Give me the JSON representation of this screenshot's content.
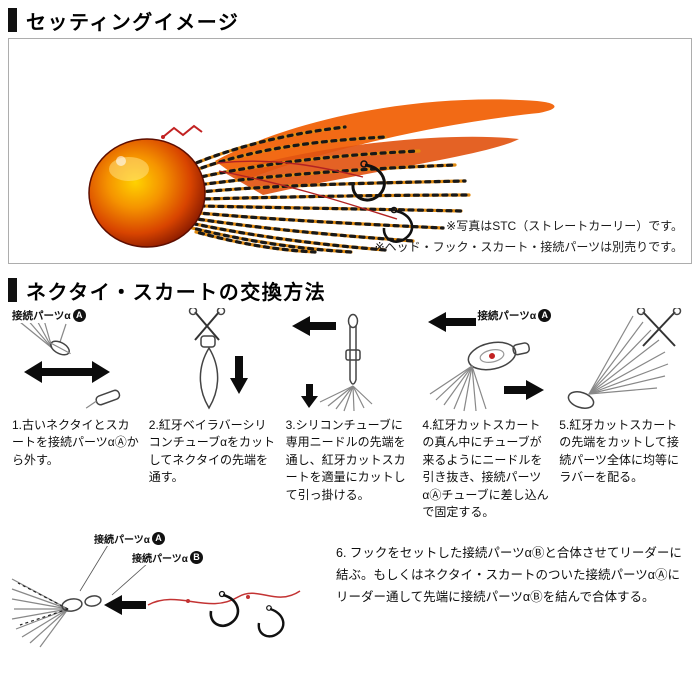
{
  "section1": {
    "title": "セッティングイメージ",
    "captions": [
      "※写真はSTC（ストレートカーリー）です。",
      "※ヘッド・フック・スカート・接続パーツは別売りです。"
    ]
  },
  "section2": {
    "title": "ネクタイ・スカートの交換方法",
    "steps": [
      {
        "label": "接続パーツα",
        "badge": "A",
        "text": "1.古いネクタイとスカートを接続パーツαⒶから外す。"
      },
      {
        "text": "2.紅牙ベイラバーシリコンチューブαをカットしてネクタイの先端を通す。"
      },
      {
        "text": "3.シリコンチューブに専用ニードルの先端を通し、紅牙カットスカートを適量にカットして引っ掛ける。"
      },
      {
        "label": "接続パーツα",
        "badge": "A",
        "text": "4.紅牙カットスカートの真ん中にチューブが来るようにニードルを引き抜き、接続パーツαⒶチューブに差し込んで固定する。"
      },
      {
        "text": "5.紅牙カットスカートの先端をカットして接続パーツ全体に均等にラバーを配る。"
      }
    ],
    "step6": {
      "labels": [
        {
          "text": "接続パーツα",
          "badge": "A"
        },
        {
          "text": "接続パーツα",
          "badge": "B"
        }
      ],
      "text": "6. フックをセットした接続パーツαⒷと合体させてリーダーに結ぶ。もしくはネクタイ・スカートのついた接続パーツαⒶにリーダー通して先端に接続パーツαⒷを結んで合体する。"
    }
  },
  "colors": {
    "accent_orange": "#f26a15",
    "deep_red": "#8a1500",
    "line_red": "#c22222",
    "ink": "#111111"
  }
}
